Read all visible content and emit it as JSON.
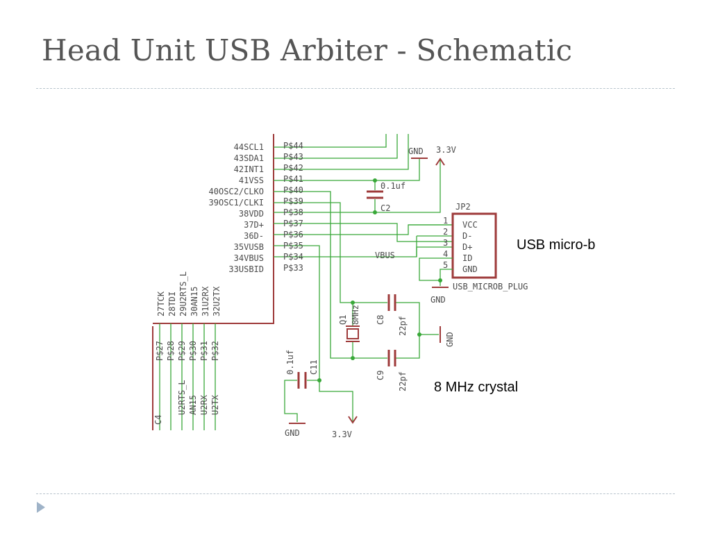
{
  "slide": {
    "title": "Head Unit USB Arbiter - Schematic"
  },
  "callouts": {
    "usb": "USB micro-b",
    "crystal": "8 MHz crystal"
  },
  "mcu": {
    "right_pin_names": [
      "44SCL1",
      "43SDA1",
      "42INT1",
      "41VSS",
      "40OSC2/CLKO",
      "39OSC1/CLKI",
      "38VDD",
      "37D+",
      "36D-",
      "35VUSB",
      "34VBUS",
      "33USBID"
    ],
    "right_pad_labels": [
      "P$44",
      "P$43",
      "P$42",
      "P$41",
      "P$40",
      "P$39",
      "P$38",
      "P$37",
      "P$36",
      "P$35",
      "P$34",
      "P$33"
    ],
    "bottom_pin_names": [
      "27TCK",
      "28TDI",
      "29U2RTS_L",
      "30AN15",
      "31U2RX",
      "32U2TX"
    ],
    "bottom_pad_labels": [
      "P$27",
      "P$28",
      "P$29",
      "P$30",
      "P$31",
      "P$32"
    ],
    "bottom_net_labels": [
      "U2RTS_L",
      "AN15",
      "U2RX",
      "U2TX"
    ]
  },
  "connector": {
    "ref": "JP2",
    "pin_labels": [
      "VCC",
      "D-",
      "D+",
      "ID",
      "GND"
    ],
    "pin_numbers": [
      "1",
      "2",
      "3",
      "4",
      "5"
    ],
    "part_name": "USB_MICROB_PLUG"
  },
  "components": {
    "c2_value": "0.1uf",
    "c2_ref": "C2",
    "q1_ref": "Q1",
    "q1_value": "8MHz",
    "c8_ref": "C8",
    "c8_value": "22pf",
    "c9_ref": "C9",
    "c9_value": "22pf",
    "c11_ref": "C11",
    "c11_value": "0.1uf",
    "c4_ref": "C4"
  },
  "nets": {
    "gnd": "GND",
    "v33": "3.3V",
    "vbus": "VBUS"
  }
}
